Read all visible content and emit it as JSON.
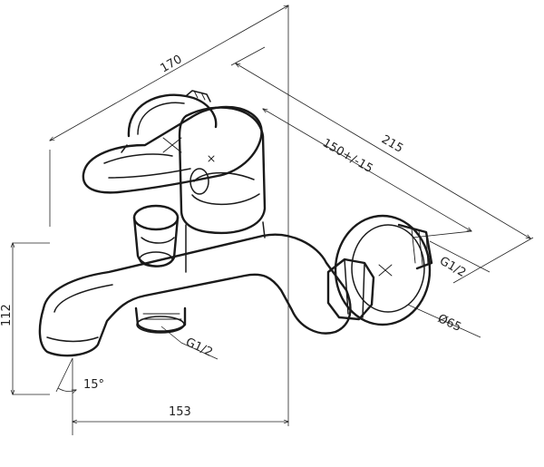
{
  "dimensions": {
    "width_top": "170",
    "depth_total": "215",
    "center_distance": "150+/-15",
    "height": "112",
    "spout_length": "153",
    "spout_angle": "15°",
    "thread_wall": "G1/2",
    "thread_bottom": "G1/2",
    "flange_diameter": "Ø65"
  }
}
